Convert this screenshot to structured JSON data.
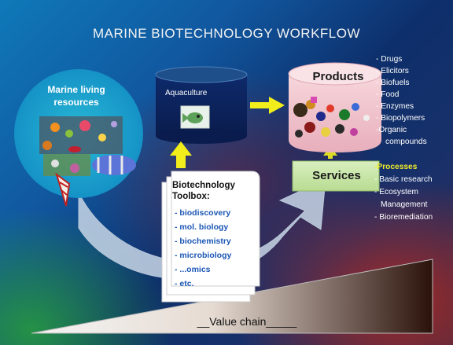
{
  "title": "MARINE BIOTECHNOLOGY WORKFLOW",
  "marine": {
    "label": "Marine living resources"
  },
  "aquaculture": {
    "label": "Aquaculture"
  },
  "toolbox": {
    "title_line1": "Biotechnology",
    "title_line2": "Toolbox:",
    "items": [
      "- biodiscovery",
      "- mol. biology",
      "- biochemistry",
      "- microbiology",
      "- ...omics",
      "- etc."
    ]
  },
  "products": {
    "label": "Products",
    "items": [
      "- Drugs",
      "- Elicitors",
      "- Biofuels",
      "- Food",
      "- Enzymes",
      "- Biopolymers",
      "-Organic",
      "compounds"
    ]
  },
  "services": {
    "label": "Services",
    "items": [
      "-Processes",
      "- Basic research",
      "- Ecosystem",
      "Management",
      "- Bioremediation"
    ]
  },
  "value_chain": {
    "label": "__Value chain_____"
  },
  "colors": {
    "arrow_yellow": "#f2ee1c",
    "services_green": "#c9e6a8",
    "products_pink": "#f2c7cf",
    "accent_yellow": "#f0ec2a"
  }
}
